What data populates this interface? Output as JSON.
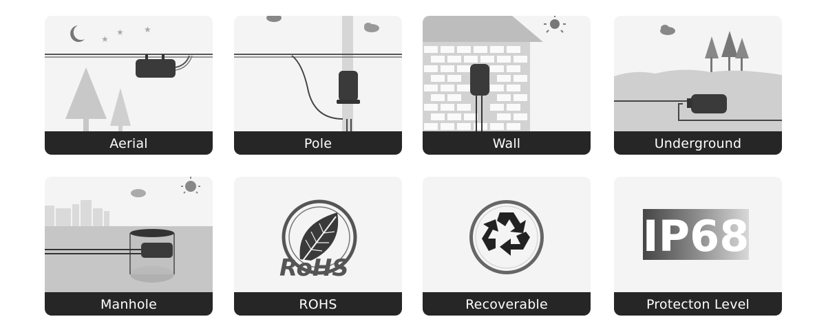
{
  "cards": [
    {
      "label": "Aerial",
      "icon": "aerial-installation-icon"
    },
    {
      "label": "Pole",
      "icon": "pole-installation-icon"
    },
    {
      "label": "Wall",
      "icon": "wall-installation-icon"
    },
    {
      "label": "Underground",
      "icon": "underground-installation-icon"
    },
    {
      "label": "Manhole",
      "icon": "manhole-installation-icon"
    },
    {
      "label": "ROHS",
      "icon": "rohs-icon",
      "logo_text": "RoHS"
    },
    {
      "label": "Recoverable",
      "icon": "recycle-icon"
    },
    {
      "label": "Protecton Level",
      "icon": "ip68-icon",
      "badge_text": "IP68"
    }
  ],
  "colors": {
    "label_bg": "#262626",
    "card_bg": "#f4f4f4",
    "closure": "#3a3a3a"
  }
}
